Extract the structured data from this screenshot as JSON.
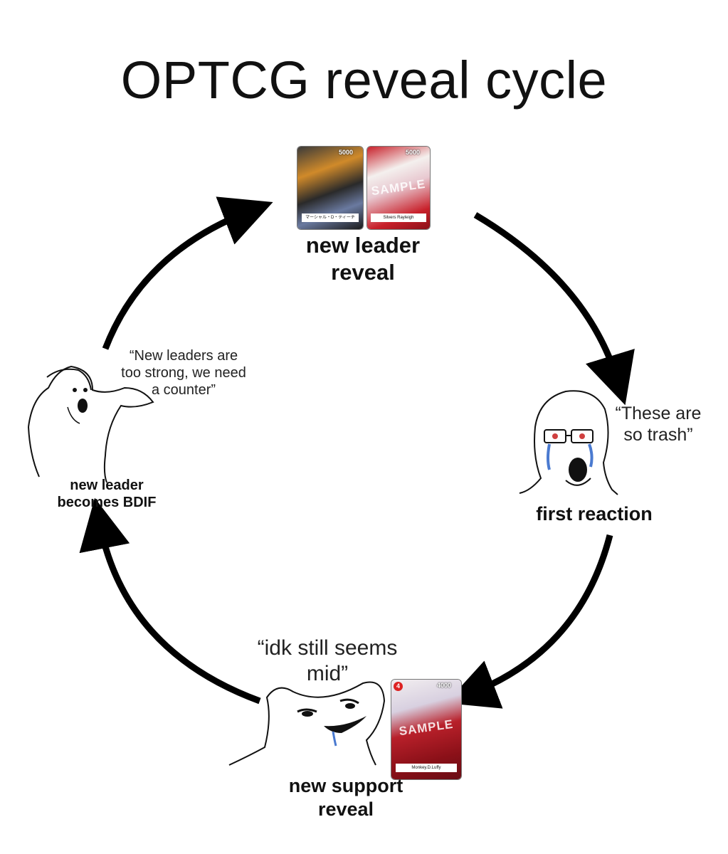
{
  "title": "OPTCG reveal cycle",
  "stages": {
    "top": {
      "label_line1": "new leader",
      "label_line2": "reveal"
    },
    "right": {
      "label": "first reaction",
      "quote_line1": "“These are",
      "quote_line2": "so trash”"
    },
    "bottom": {
      "label_line1": "new support",
      "label_line2": "reveal",
      "quote_line1": "“idk still seems",
      "quote_line2": "mid”"
    },
    "left": {
      "label_line1": "new leader",
      "label_line2": "becomes BDIF",
      "quote_line1": "“New leaders are",
      "quote_line2": "too strong, we need",
      "quote_line3": "a counter”"
    }
  },
  "cards": {
    "leader1": {
      "power": "5000",
      "name": "マーシャル・D・ティーチ",
      "color": "#2b2b2b"
    },
    "leader2": {
      "power": "5000",
      "name": "Silvers Rayleigh",
      "stamp": "SAMPLE",
      "color": "#c8202a"
    },
    "support": {
      "power": "4000",
      "cost": "4",
      "name": "Monkey.D.Luffy",
      "stamp": "SAMPLE",
      "color": "#b8202a"
    }
  },
  "icons": [
    "arrow-cycle",
    "wojak-crying-icon",
    "wojak-shocked-icon",
    "wojak-smug-icon"
  ]
}
